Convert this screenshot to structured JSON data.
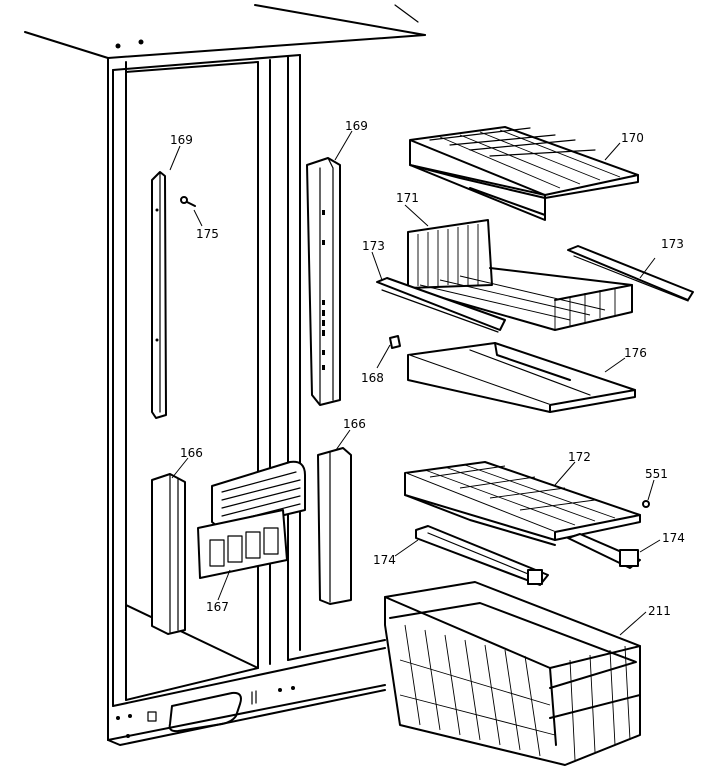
{
  "diagram": {
    "parts": [
      {
        "id": "169a",
        "label": "169"
      },
      {
        "id": "169b",
        "label": "169"
      },
      {
        "id": "175",
        "label": "175"
      },
      {
        "id": "170",
        "label": "170"
      },
      {
        "id": "171",
        "label": "171"
      },
      {
        "id": "173a",
        "label": "173"
      },
      {
        "id": "173b",
        "label": "173"
      },
      {
        "id": "168",
        "label": "168"
      },
      {
        "id": "176",
        "label": "176"
      },
      {
        "id": "166a",
        "label": "166"
      },
      {
        "id": "166b",
        "label": "166"
      },
      {
        "id": "172",
        "label": "172"
      },
      {
        "id": "551",
        "label": "551"
      },
      {
        "id": "174a",
        "label": "174"
      },
      {
        "id": "174b",
        "label": "174"
      },
      {
        "id": "167",
        "label": "167"
      },
      {
        "id": "211",
        "label": "211"
      }
    ]
  }
}
